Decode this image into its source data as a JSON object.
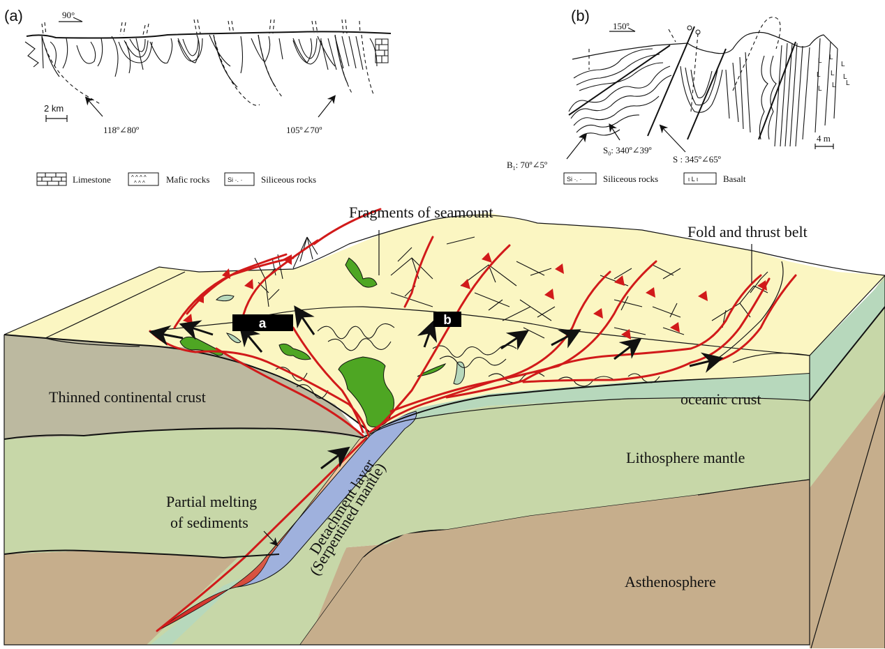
{
  "panel_a": {
    "label": "(a)",
    "orientation": "90°",
    "scale_bar": "2 km",
    "annotations": [
      "118º∠80º",
      "105º∠70º"
    ],
    "legend": [
      {
        "name": "limestone",
        "label": "Limestone"
      },
      {
        "name": "mafic-rocks",
        "label": "Mafic rocks"
      },
      {
        "name": "siliceous-rocks",
        "label": "Siliceous rocks"
      }
    ]
  },
  "panel_b": {
    "label": "(b)",
    "orientation": "150º",
    "scale_bar": "4 m",
    "annotations": {
      "b1": "B",
      "b1_sub": "1",
      "b1_value": ": 70º∠5º",
      "s0": "S",
      "s0_sub": "0",
      "s0_value": ": 340º∠39º",
      "s": "S : 345º∠65º"
    },
    "legend": [
      {
        "name": "siliceous-rocks",
        "label": "Siliceous rocks"
      },
      {
        "name": "basalt",
        "label": "Basalt"
      }
    ]
  },
  "block_diagram": {
    "labels": {
      "fragments": "Fragments of seamount",
      "fold_thrust": "Fold and thrust belt",
      "thinned_crust": "Thinned continental crust",
      "oceanic_crust": "oceanic crust",
      "lithosphere": "Lithosphere mantle",
      "asthenosphere": "Asthenosphere",
      "partial_melting_1": "Partial melting",
      "partial_melting_2": "of sediments",
      "detachment_1": "Detachment layer",
      "detachment_2": "(Serpentined mantle)"
    },
    "location_markers": [
      "a",
      "b"
    ],
    "colors": {
      "sediment": "#fbf6c2",
      "continental_crust": "#bcb9a0",
      "oceanic_crust": "#b7d8bc",
      "lithosphere_mantle": "#c7d7a8",
      "asthenosphere": "#c6ae8c",
      "seamount": "#4ea623",
      "thrust": "#d11a1a",
      "detachment": "#9fb1dd",
      "melting": "#d8483a"
    }
  }
}
